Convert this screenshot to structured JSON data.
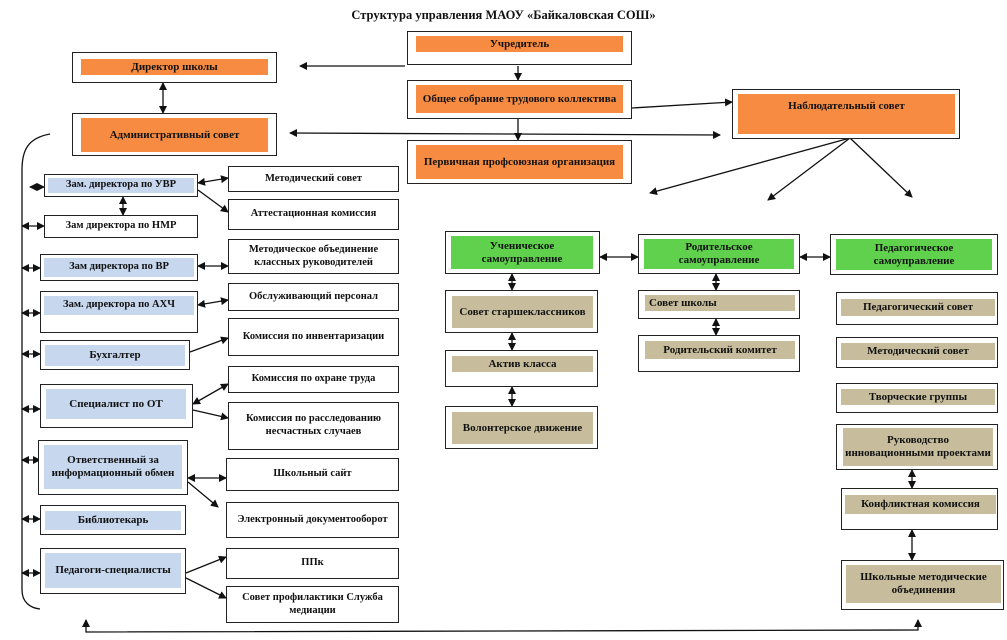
{
  "title": "Структура управления МАОУ «Байкаловская СОШ»",
  "top": {
    "founder": "Учредитель",
    "director": "Директор школы",
    "general_meeting": "Общее собрание трудового коллектива",
    "admin_council": "Административный совет",
    "supervisory_board": "Наблюдательный совет",
    "union": "Первичная профсоюзная организация"
  },
  "left_column": [
    "Зам. директора по УВР",
    "Зам директора по НМР",
    "Зам директора по ВР",
    "Зам. директора по АХЧ",
    "Бухгалтер",
    "Специалист  по ОТ",
    "Ответственный за информационный обмен",
    "Библиотекарь",
    "Педагоги-специалисты"
  ],
  "middle_column": [
    "Методический совет",
    "Аттестационная комиссия",
    "Методическое объединение классных руководителей",
    "Обслуживающий персонал",
    "Комиссия по инвентаризации",
    "Комиссия по охране труда",
    "Комиссия по расследованию несчастных случаев",
    "Школьный сайт",
    "Электронный документооборот",
    "ППк",
    "Совет профилактики Служба медиации"
  ],
  "student": {
    "header": "Ученическое самоуправление",
    "items": [
      "Совет старшеклассников",
      "Актив класса",
      "Волонтерское движение"
    ]
  },
  "parent": {
    "header": "Родительское самоуправление",
    "items": [
      "Совет школы",
      "Родительский комитет"
    ]
  },
  "teacher": {
    "header": "Педагогическое самоуправление",
    "items": [
      "Педагогический совет",
      "Методический совет",
      "Творческие группы",
      "Руководство инновационными проектами",
      "Конфликтная комиссия",
      "Школьные методические объединения"
    ]
  },
  "colors": {
    "orange": "#f68b41",
    "green": "#5fd14d",
    "tan": "#c7bd9c",
    "blue": "#c6d7ee"
  }
}
